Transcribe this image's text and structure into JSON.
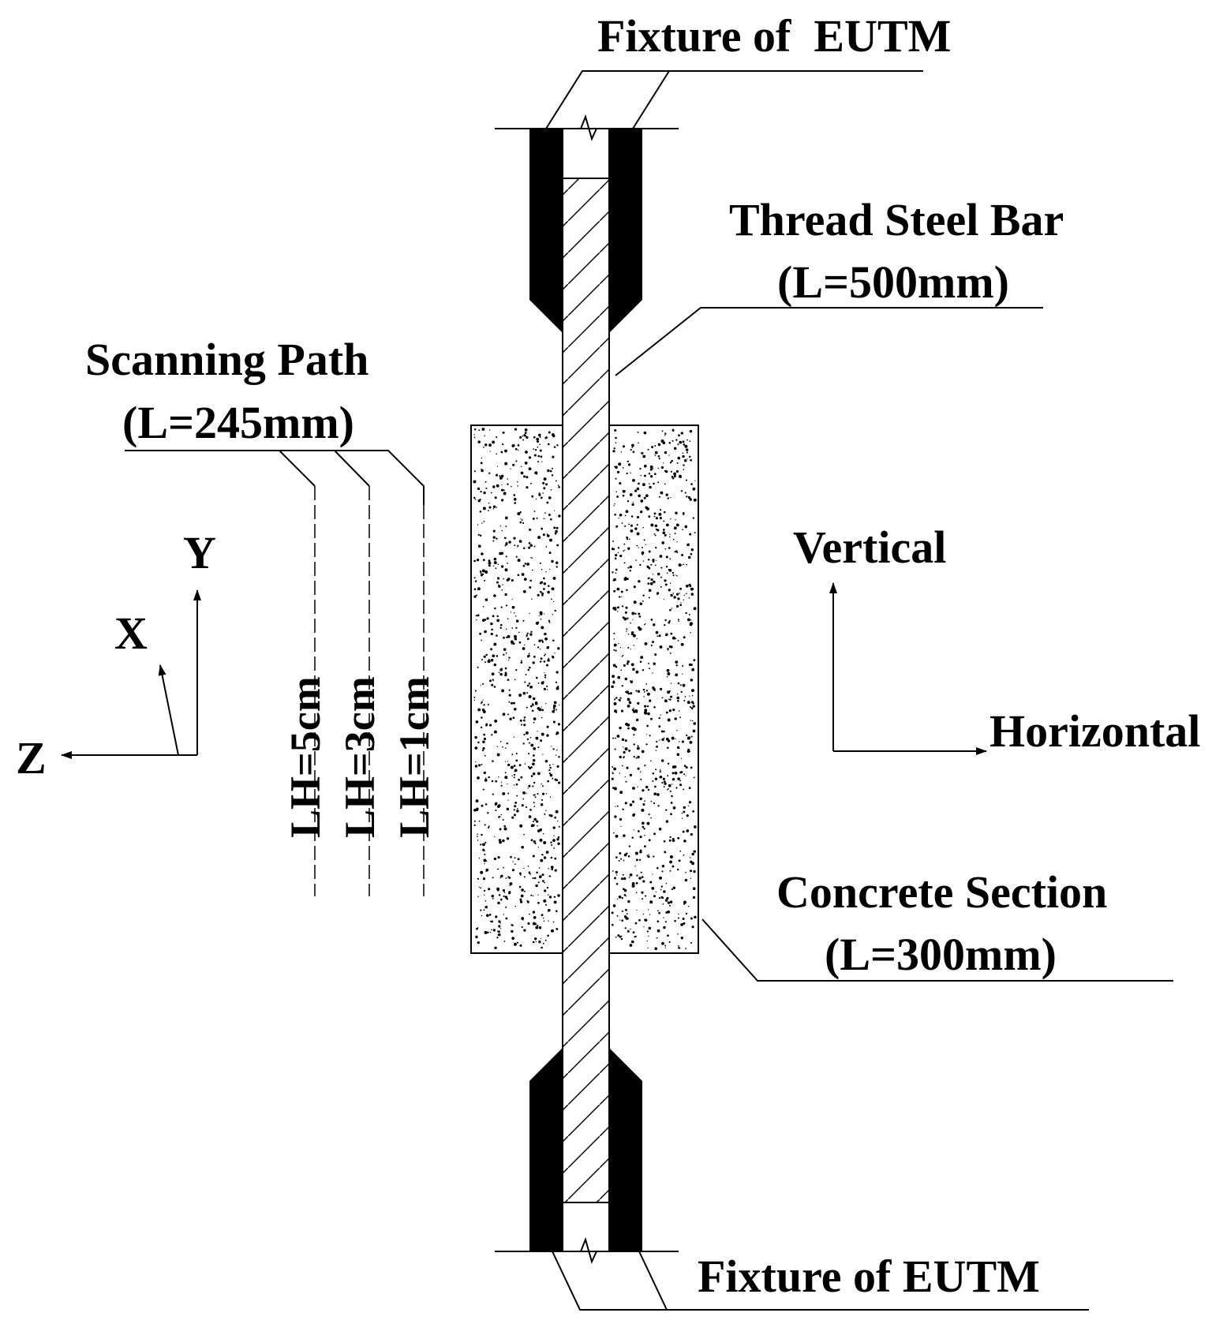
{
  "labels": {
    "fixture_top": "Fixture of  EUTM",
    "fixture_bottom": "Fixture of EUTM",
    "bar_title": "Thread Steel Bar",
    "bar_length": "(L=500mm)",
    "scan_title": "Scanning Path",
    "scan_length": "(L=245mm)",
    "concrete_title": "Concrete Section",
    "concrete_length": "(L=300mm)",
    "vertical": "Vertical",
    "horizontal": "Horizontal",
    "axis_x": "X",
    "axis_y": "Y",
    "axis_z": "Z",
    "path_5cm": "LH=5cm",
    "path_3cm": "LH=3cm",
    "path_1cm": "LH=1cm"
  },
  "colors": {
    "ink": "#000000",
    "paper": "#ffffff"
  }
}
